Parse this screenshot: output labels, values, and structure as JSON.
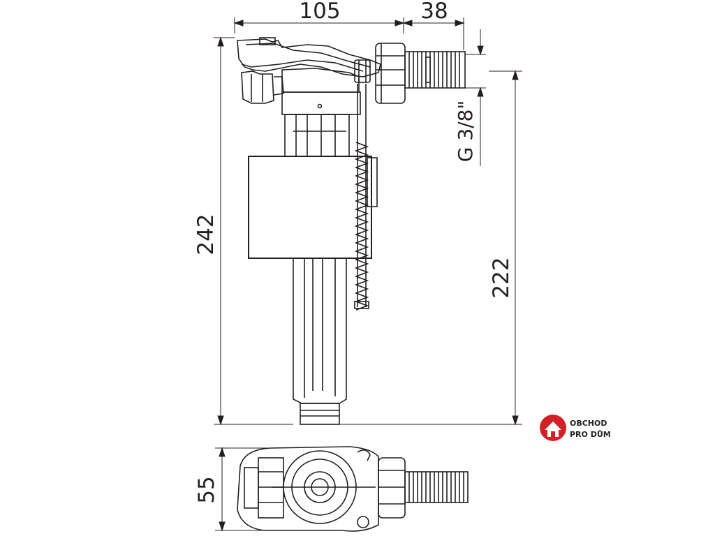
{
  "dimensions": {
    "top_width": "105",
    "top_right": "38",
    "thread": "G 3/8\"",
    "total_height": "242",
    "inlet_height": "222",
    "bottom_width": "55"
  },
  "logo": {
    "line1": "OBCHOD",
    "line2": "PRO DŮM",
    "color": "#d32027"
  },
  "colors": {
    "line": "#231f20",
    "paper": "#ffffff"
  }
}
